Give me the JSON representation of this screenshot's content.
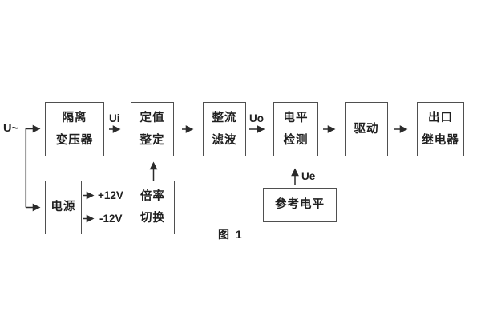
{
  "figure": {
    "caption": "图 1",
    "background_color": "#ffffff",
    "box_border_color": "#4f4f4f",
    "wire_color": "#2b2b2b",
    "text_color": "#1f1f1f"
  },
  "blocks": [
    {
      "id": "isolation-transformer",
      "lines": [
        "隔离",
        "变压器"
      ]
    },
    {
      "id": "setpoint-setting",
      "lines": [
        "定值",
        "整定"
      ]
    },
    {
      "id": "rectifier-filter",
      "lines": [
        "整流",
        "滤波"
      ]
    },
    {
      "id": "level-detection",
      "lines": [
        "电平",
        "检测"
      ]
    },
    {
      "id": "driver",
      "lines": [
        "驱动"
      ]
    },
    {
      "id": "output-relay",
      "lines": [
        "出口",
        "继电器"
      ]
    },
    {
      "id": "power-supply",
      "lines": [
        "电源"
      ]
    },
    {
      "id": "ratio-switching",
      "lines": [
        "倍率",
        "切换"
      ]
    },
    {
      "id": "reference-level",
      "lines": [
        "参考电平"
      ]
    }
  ],
  "labels": {
    "u_input": "U~",
    "ui": "Ui",
    "uo": "Uo",
    "ue": "Ue",
    "plus_12v": "+12V",
    "minus_12v": "-12V"
  }
}
